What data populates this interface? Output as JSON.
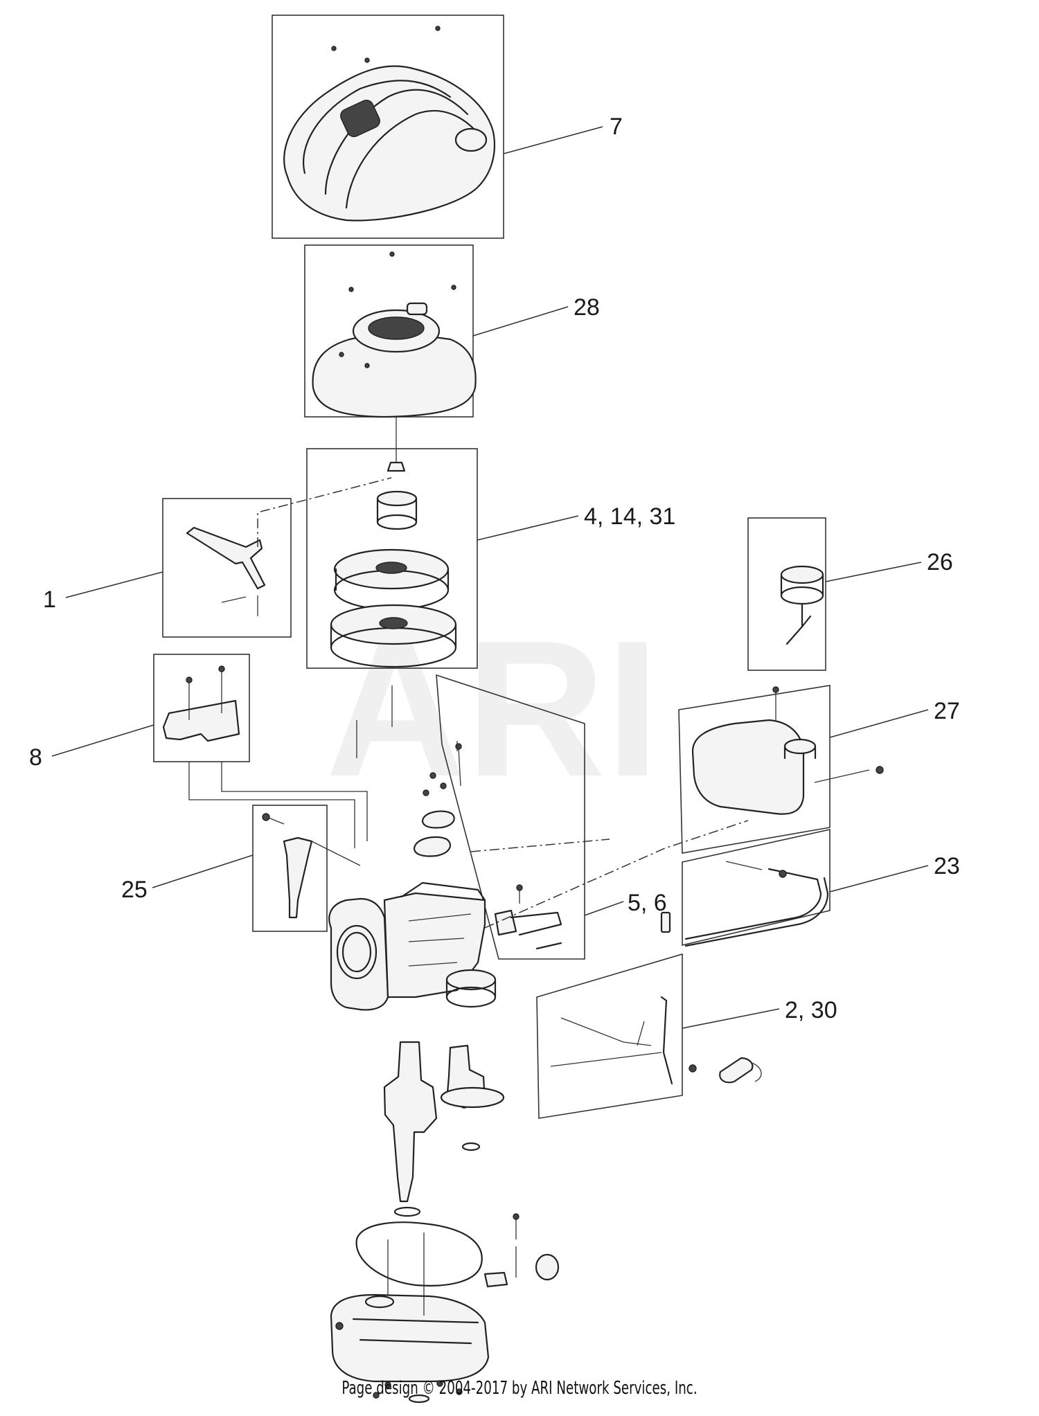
{
  "watermark": "ARI",
  "callouts": {
    "p7": "7",
    "p28": "28",
    "p4_14_31": "4, 14, 31",
    "p1": "1",
    "p26": "26",
    "p8": "8",
    "p27": "27",
    "p25": "25",
    "p23": "23",
    "p5_6": "5, 6",
    "p2_30": "2, 30"
  },
  "footer": {
    "copyright": "Page design © 2004-2017 by ARI Network Services, Inc."
  }
}
